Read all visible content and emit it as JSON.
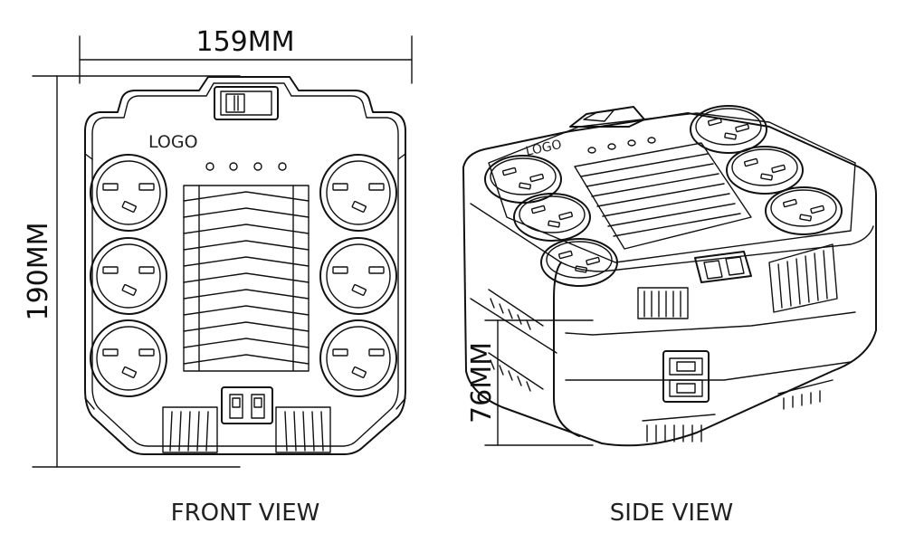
{
  "diagram": {
    "width_label": "159MM",
    "height_label": "190MM",
    "depth_label": "76MM",
    "front_logo": "LOGO",
    "side_logo": "LOGO",
    "front_view_label": "FRONT VIEW",
    "side_view_label": "SIDE VIEW"
  },
  "colors": {
    "line": "#111111",
    "background": "#ffffff"
  },
  "icons": [
    "power-switch-icon",
    "outlet-icon",
    "usb-port-icon",
    "indicator-led-icon",
    "phone-jack-icon"
  ]
}
